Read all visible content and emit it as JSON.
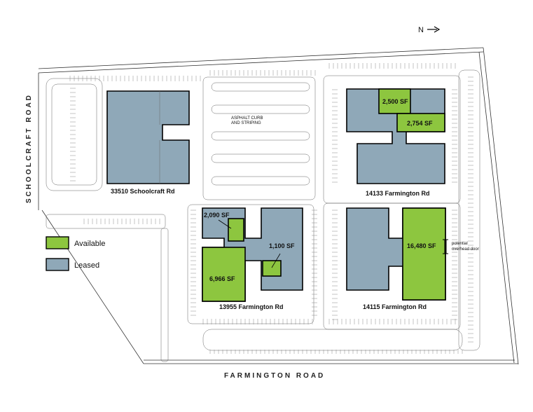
{
  "colors": {
    "available": "#8dc63f",
    "leased": "#8fa8b8",
    "outline": "#000000"
  },
  "north_arrow": {
    "label": "N",
    "icon": "arrow-right-icon"
  },
  "roads": {
    "schoolcraft": "SCHOOLCRAFT ROAD",
    "farmington": "FARMINGTON ROAD"
  },
  "legend": {
    "available": "Available",
    "leased": "Leased"
  },
  "buildings": {
    "schoolcraft_33510": {
      "name": "33510 Schoolcraft Rd"
    },
    "farmington_14133": {
      "name": "14133 Farmington Rd",
      "suites": [
        {
          "label": "2,500 SF"
        },
        {
          "label": "2,754 SF"
        }
      ]
    },
    "farmington_13955": {
      "name": "13955 Farmington Rd",
      "suites": [
        {
          "label": "2,090 SF"
        },
        {
          "label": "1,100 SF"
        },
        {
          "label": "6,966 SF"
        }
      ]
    },
    "farmington_14115": {
      "name": "14115 Farmington Rd",
      "suites": [
        {
          "label": "16,480 SF"
        }
      ],
      "note_line1": "potential",
      "note_line2": "overhead door"
    }
  }
}
